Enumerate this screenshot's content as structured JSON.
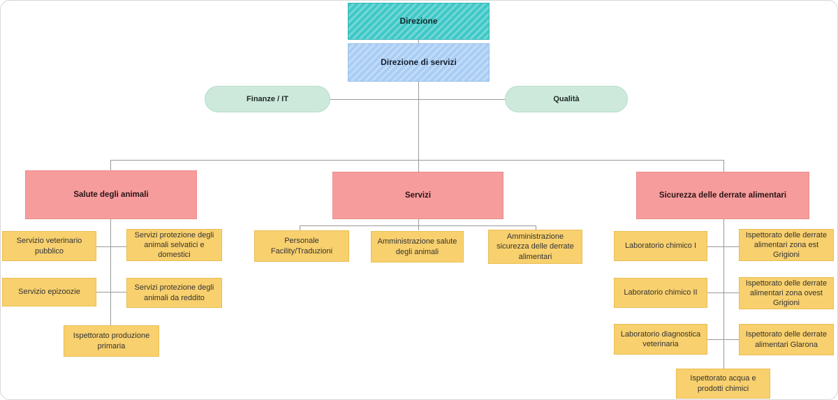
{
  "diagram": {
    "type": "org-chart",
    "root": {
      "label": "Direzione"
    },
    "sub_root": {
      "label": "Direzione di servizi"
    },
    "staff_units": [
      {
        "label": "Finanze / IT"
      },
      {
        "label": "Qualità"
      }
    ],
    "branches": [
      {
        "label": "Salute degli animali",
        "children": [
          {
            "label": "Servizio veterinario pubblico"
          },
          {
            "label": "Servizi protezione degli animali selvatici e domestici"
          },
          {
            "label": "Servizio epizoozie"
          },
          {
            "label": "Servizi protezione degli animali da reddito"
          },
          {
            "label": "Ispettorato produzione primaria"
          }
        ]
      },
      {
        "label": "Servizi",
        "children": [
          {
            "label": "Personale Facility/Traduzioni"
          },
          {
            "label": "Amministrazione salute degli animali"
          },
          {
            "label": "Amministrazione sicurezza delle derrate alimentari"
          }
        ]
      },
      {
        "label": "Sicurezza delle derrate alimentari",
        "children": [
          {
            "label": "Laboratorio chimico I"
          },
          {
            "label": "Ispettorato delle derrate alimentari zona est Grigioni"
          },
          {
            "label": "Laboratorio chimico II"
          },
          {
            "label": "Ispettorato delle derrate alimentari zona ovest Grigioni"
          },
          {
            "label": "Laboratorio diagnostica veterinaria"
          },
          {
            "label": "Ispettorato delle derrate alimentari Glarona"
          },
          {
            "label": "Ispettorato acqua e prodotti chimici"
          }
        ]
      }
    ],
    "colors": {
      "root_fill": "#3fc8c8",
      "sub_root_fill": "#a9cdf4",
      "staff_fill": "#cde9dc",
      "branch_fill": "#f69c9c",
      "leaf_fill": "#f8d06e",
      "connector": "#999999"
    }
  }
}
